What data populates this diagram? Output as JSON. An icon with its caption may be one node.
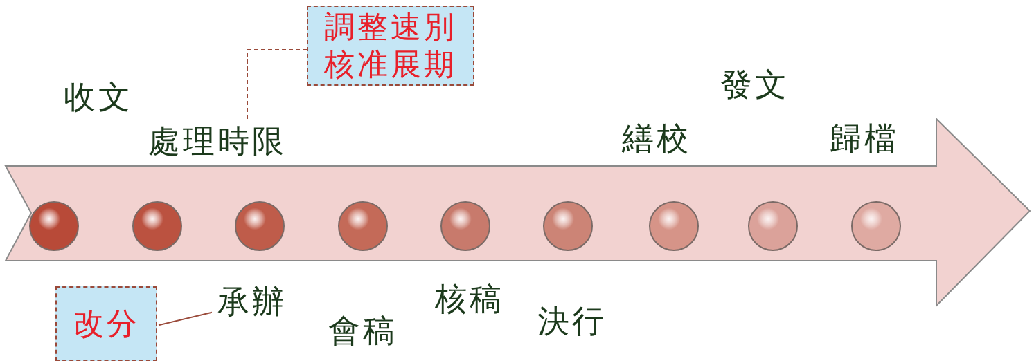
{
  "diagram": {
    "nodes": [
      {
        "text": [
          "調整速別核准展期"
        ]
      },
      {
        "text": [
          "處理時限"
        ]
      },
      {
        "text": [
          "改分"
        ]
      },
      {
        "text": [
          "承辦"
        ]
      },
      {
        "text": [],
        "shape": "circle"
      },
      {
        "text": [],
        "shape": "circle"
      },
      {
        "text": [],
        "shape": "circle"
      },
      {
        "text": [],
        "shape": "circle"
      },
      {
        "text": [],
        "shape": "circle"
      },
      {
        "text": [],
        "shape": "circle"
      },
      {
        "text": [],
        "shape": "circle"
      },
      {
        "text": [],
        "shape": "circle"
      },
      {
        "text": [],
        "shape": "circle"
      }
    ],
    "edges": [
      {
        "from": 0,
        "to": 1,
        "arrow": "none",
        "style": "dashed"
      },
      {
        "from": 2,
        "to": 3,
        "arrow": "none"
      }
    ],
    "labels": [
      "發文",
      "收文",
      "繕校",
      "歸檔",
      "會稿",
      "核稿",
      "決行"
    ]
  }
}
